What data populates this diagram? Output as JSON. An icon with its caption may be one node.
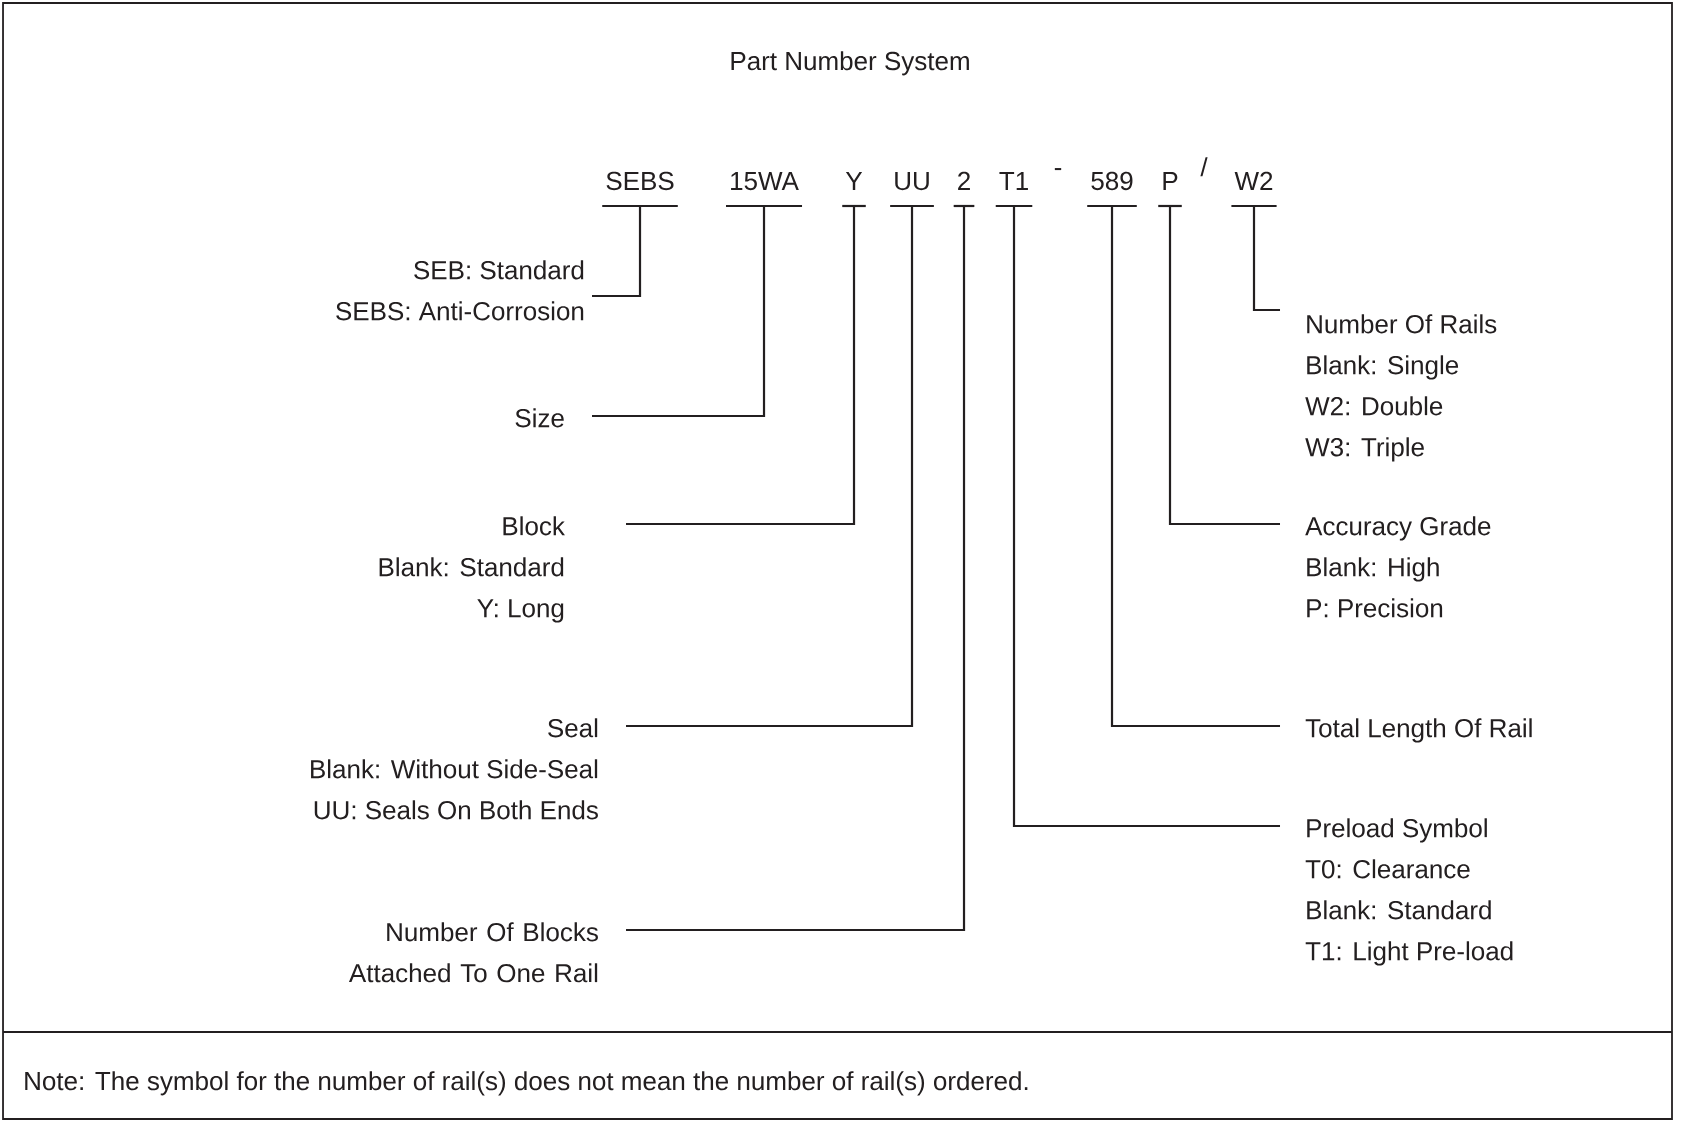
{
  "diagram": {
    "title": "Part Number System",
    "nodes": [
      {
        "text": [
          "SEBS"
        ]
      },
      {
        "text": [
          "15WA"
        ]
      },
      {
        "text": [
          "Y"
        ]
      },
      {
        "text": [
          "UU"
        ]
      },
      {
        "text": [
          "2"
        ]
      },
      {
        "text": [
          "T1"
        ]
      },
      {
        "text": [
          "589"
        ]
      },
      {
        "text": [
          "P"
        ]
      },
      {
        "text": [
          "W2"
        ]
      },
      {
        "text": [
          "SEB: Standard",
          "SEBS: Anti-Corrosion"
        ]
      },
      {
        "text": [
          "Size"
        ]
      },
      {
        "text": [
          "Block",
          "Blank: Standard",
          "Y: Long"
        ]
      },
      {
        "text": [
          "Seal",
          "Blank: Without Side-Seal",
          "UU: Seals On Both Ends"
        ]
      },
      {
        "text": [
          "Number Of Blocks Attached To One Rail"
        ]
      },
      {
        "text": [
          "Number Of Rails",
          "Blank: Single",
          "W2: Double",
          "W3: Triple"
        ]
      },
      {
        "text": [
          "Accuracy Grade",
          "Blank: High",
          "P: Precision"
        ]
      },
      {
        "text": [
          "Total Length Of Rail"
        ]
      },
      {
        "text": [
          "Preload Symbol",
          "T0: Clearance",
          "Blank: Standard",
          "T1: Light Pre-load"
        ]
      }
    ],
    "edges": [
      {
        "from": 0,
        "to": 9,
        "arrow": "none"
      },
      {
        "from": 1,
        "to": 10,
        "arrow": "none"
      },
      {
        "from": 2,
        "to": 11,
        "arrow": "none"
      },
      {
        "from": 3,
        "to": 12,
        "arrow": "none"
      },
      {
        "from": 4,
        "to": 13,
        "arrow": "none"
      },
      {
        "from": 8,
        "to": 14,
        "arrow": "none"
      },
      {
        "from": 7,
        "to": 15,
        "arrow": "none"
      },
      {
        "from": 6,
        "to": 16,
        "arrow": "none"
      },
      {
        "from": 5,
        "to": 17,
        "arrow": "none"
      }
    ],
    "labels": [
      "-",
      "/",
      "Note: The symbol for the number of rail(s) does not mean the number of rail(s) ordered."
    ]
  }
}
